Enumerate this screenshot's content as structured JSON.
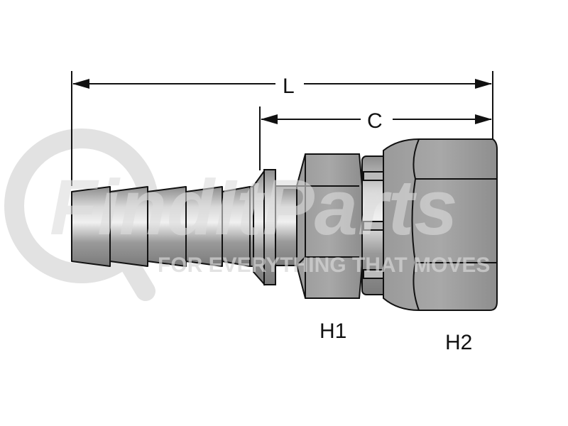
{
  "diagram": {
    "title": "Hose fitting dimension drawing",
    "dimensions": {
      "overall_length": "L",
      "cut_length": "C",
      "hex1": "H1",
      "hex2": "H2"
    },
    "watermark": {
      "brand": "FindItParts",
      "tagline": "FOR EVERYTHING THAT MOVES"
    },
    "colors": {
      "line": "#111111",
      "metal_light": "#e6e6e6",
      "metal_dark": "#8a8a8a",
      "watermark": "#d9d9d9",
      "watermark_accent": "#e8b4b4"
    }
  }
}
